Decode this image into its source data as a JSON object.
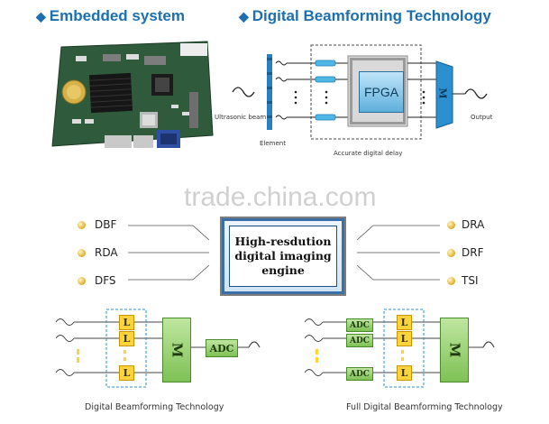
{
  "headers": {
    "left": "Embedded system",
    "right": "Digital Beamforming Technology",
    "bullet": "◆"
  },
  "beamform_diagram": {
    "ultrasonic_beam_label": "Ultrasonic beam",
    "element_label": "Element",
    "fpga_label": "FPGA",
    "delay_label": "Accurate digital delay",
    "sum_label": "M",
    "output_label": "Output"
  },
  "engine": {
    "lines": [
      "High-resdution",
      "digital imaging",
      "engine"
    ]
  },
  "features_left": [
    "DBF",
    "RDA",
    "DFS"
  ],
  "features_right": [
    "DRA",
    "DRF",
    "TSI"
  ],
  "watermark": "trade.china.com",
  "bottom_left": {
    "delay_label": "L",
    "sum_label": "M",
    "adc_label": "ADC",
    "caption": "Digital Beamforming Technology"
  },
  "bottom_right": {
    "adc_label": "ADC",
    "delay_label": "L",
    "sum_label": "M",
    "caption": "Full Digital Beamforming Technology"
  },
  "colors": {
    "heading_blue": "#1d6fae",
    "delay_yellow": "#ffd438",
    "adc_green": "#7ec155",
    "fpga_blue": "#5fb0dd"
  }
}
